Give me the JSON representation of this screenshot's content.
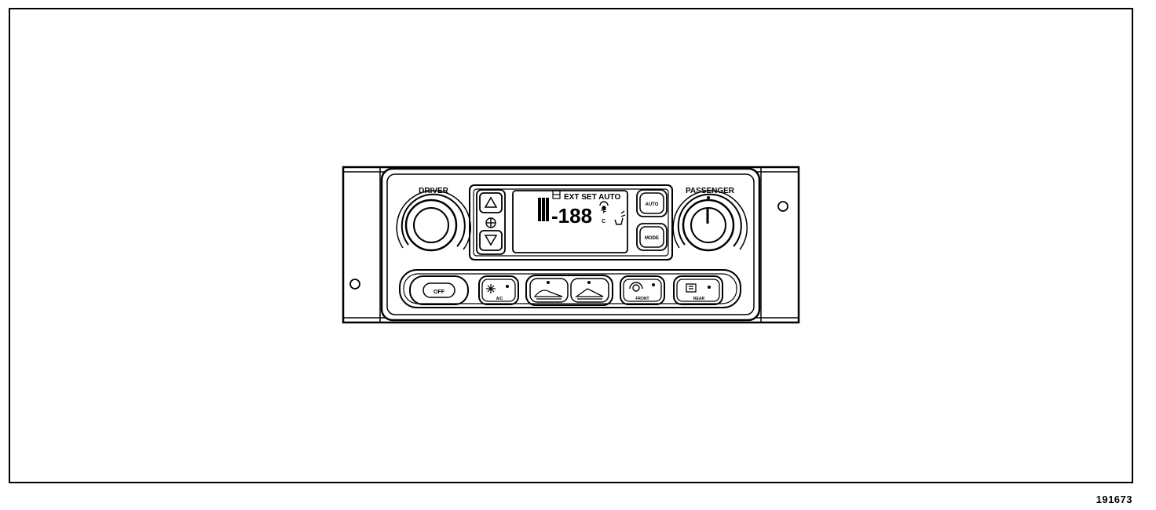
{
  "panel": {
    "driver_label": "DRIVER",
    "passenger_label": "PASSENGER",
    "display": {
      "indicators": "EXT SET AUTO",
      "digits": "-188",
      "unit": "°F",
      "unit_c": "C"
    },
    "buttons": {
      "auto": "AUTO",
      "mode": "MODE",
      "off": "OFF",
      "ac": "A/C",
      "front": "FRONT",
      "rear": "REAR"
    }
  },
  "figure_number": "191673"
}
